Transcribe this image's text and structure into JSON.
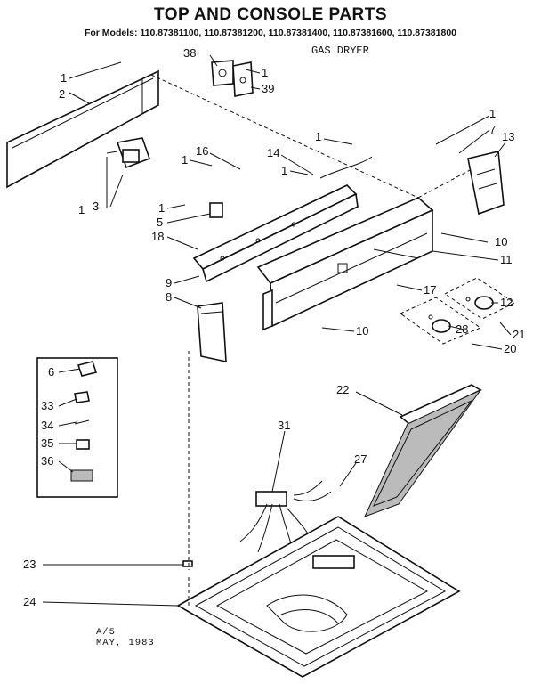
{
  "title": "TOP AND CONSOLE PARTS",
  "models": "For Models: 110.87381100, 110.87381200, 110.87381400, 110.87381600, 110.87381800",
  "subtitle": "GAS DRYER",
  "footer": {
    "line1": "A/5",
    "line2": "MAY, 1983"
  },
  "callouts": {
    "c1a": "1",
    "c2": "2",
    "c38": "38",
    "c1b": "1",
    "c39": "39",
    "c1c": "1",
    "c7": "7",
    "c13": "13",
    "c14": "14",
    "c1d": "1",
    "c16": "16",
    "c1e": "1",
    "c1f": "1",
    "c1g": "1",
    "c3": "3",
    "c1h": "1",
    "c5": "5",
    "c18": "18",
    "c10a": "10",
    "c11": "11",
    "c9": "9",
    "c8": "8",
    "c17": "17",
    "c12": "12",
    "c10b": "10",
    "c28": "28",
    "c21": "21",
    "c20": "20",
    "c6": "6",
    "c33": "33",
    "c34": "34",
    "c35": "35",
    "c36": "36",
    "c22": "22",
    "c31": "31",
    "c27": "27",
    "c23": "23",
    "c24": "24"
  }
}
